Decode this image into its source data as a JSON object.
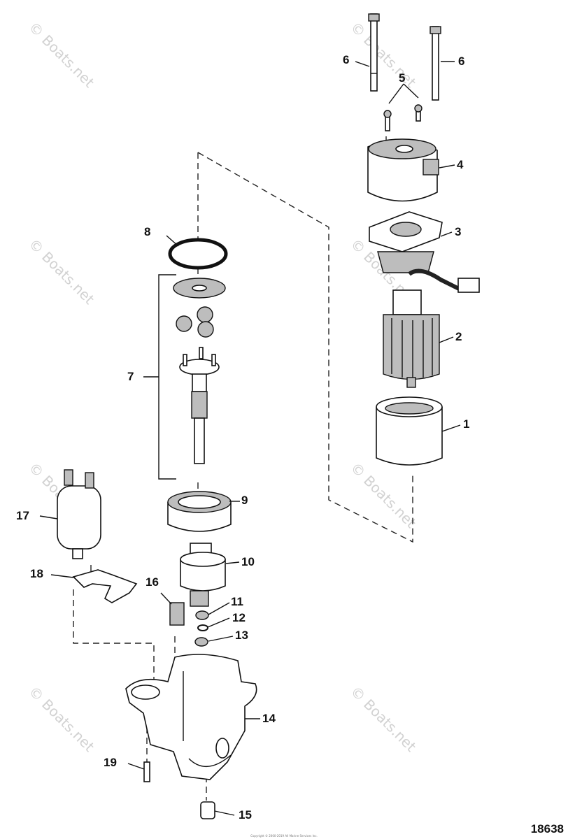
{
  "diagram": {
    "callouts": [
      "1",
      "2",
      "3",
      "4",
      "5",
      "6",
      "7",
      "8",
      "9",
      "10",
      "11",
      "12",
      "13",
      "14",
      "15",
      "16",
      "17",
      "18",
      "19"
    ],
    "figure_number": "18638",
    "watermark": "© Boats.net",
    "footer_copyright": "Copyright © 2000-2019 All Marine Services Inc."
  }
}
